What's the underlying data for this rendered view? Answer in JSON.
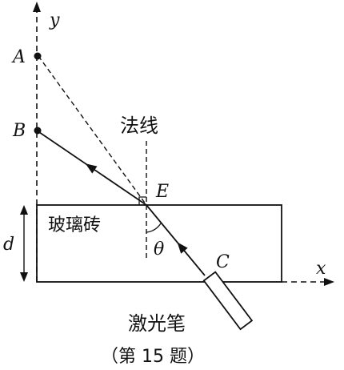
{
  "diagram": {
    "labels": {
      "y_axis": "y",
      "x_axis": "x",
      "point_a": "A",
      "point_b": "B",
      "point_e": "E",
      "point_c": "C",
      "normal": "法线",
      "glass_brick": "玻璃砖",
      "thickness": "d",
      "angle": "θ",
      "laser_pen": "激光笔"
    },
    "caption": "（第 15 题）"
  }
}
